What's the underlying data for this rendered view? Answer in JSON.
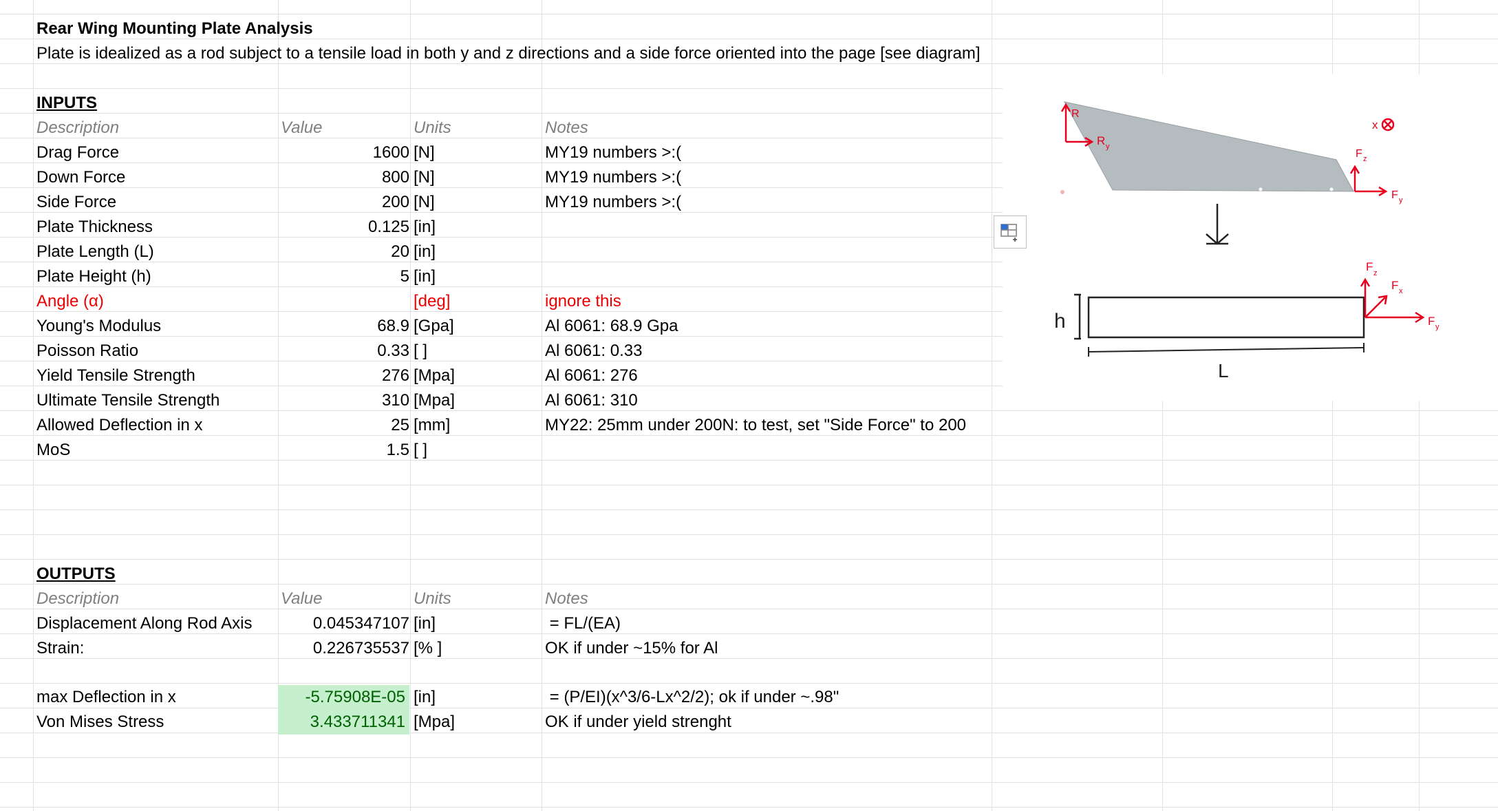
{
  "header": {
    "title": "Rear Wing Mounting Plate Analysis",
    "subtitle": "Plate is idealized as a rod subject to a tensile load in both y and z directions and a side force oriented into the page [see diagram]"
  },
  "inputs": {
    "heading": "INPUTS",
    "col_description": "Description",
    "col_value": "Value",
    "col_units": "Units",
    "col_notes": "Notes",
    "rows": [
      {
        "description": "Drag Force",
        "value": "1600",
        "units": "[N]",
        "notes": "MY19 numbers >:("
      },
      {
        "description": "Down Force",
        "value": "800",
        "units": "[N]",
        "notes": "MY19 numbers >:("
      },
      {
        "description": "Side Force",
        "value": "200",
        "units": "[N]",
        "notes": "MY19 numbers >:("
      },
      {
        "description": "Plate Thickness",
        "value": "0.125",
        "units": "[in]",
        "notes": ""
      },
      {
        "description": "Plate Length (L)",
        "value": "20",
        "units": "[in]",
        "notes": ""
      },
      {
        "description": "Plate Height (h)",
        "value": "5",
        "units": "[in]",
        "notes": ""
      },
      {
        "description": "Angle (α)",
        "value": "",
        "units": "[deg]",
        "notes": "ignore this"
      },
      {
        "description": "Young's Modulus",
        "value": "68.9",
        "units": "[Gpa]",
        "notes": "Al 6061: 68.9 Gpa"
      },
      {
        "description": "Poisson Ratio",
        "value": "0.33",
        "units": "[ ]",
        "notes": "Al 6061: 0.33"
      },
      {
        "description": "Yield Tensile Strength",
        "value": "276",
        "units": "[Mpa]",
        "notes": "Al 6061: 276"
      },
      {
        "description": "Ultimate Tensile Strength",
        "value": "310",
        "units": "[Mpa]",
        "notes": "Al 6061: 310"
      },
      {
        "description": "Allowed Deflection in x",
        "value": "25",
        "units": "[mm]",
        "notes": "MY22: 25mm under 200N: to test, set \"Side Force\" to 200"
      },
      {
        "description": "MoS",
        "value": "1.5",
        "units": "[ ]",
        "notes": ""
      }
    ]
  },
  "outputs": {
    "heading": "OUTPUTS",
    "col_description": "Description",
    "col_value": "Value",
    "col_units": "Units",
    "col_notes": "Notes",
    "rows": [
      {
        "description": "Displacement Along Rod Axis",
        "value": "0.045347107",
        "units": "[in]",
        "notes": " = FL/(EA)"
      },
      {
        "description": "Strain:",
        "value": "0.226735537",
        "units": "[% ]",
        "notes": "OK if under ~15% for Al"
      }
    ],
    "results": [
      {
        "description": "max Deflection in x",
        "value": "-5.75908E-05",
        "units": "[in]",
        "notes": " = (P/EI)(x^3/6-Lx^2/2); ok if under ~.98\""
      },
      {
        "description": "Von Mises Stress",
        "value": "3.433711341",
        "units": "[Mpa]",
        "notes": "OK if under yield strenght"
      }
    ]
  },
  "diagram": {
    "label_rz": "R",
    "label_ry": "R",
    "label_ry_sub": "y",
    "label_x_into_page": "x",
    "label_fz_top": "F",
    "label_fy_top": "F",
    "label_fz": "F",
    "label_fx": "F",
    "label_fy": "F",
    "label_h": "h",
    "label_L": "L",
    "sub_z": "z",
    "sub_x": "x",
    "sub_y": "y"
  },
  "colors": {
    "grid": "#e1e1e1",
    "ink_red": "#e8001c",
    "plate_fill": "#b4bcbf",
    "green_bg": "#c6efce",
    "green_text": "#006100"
  }
}
